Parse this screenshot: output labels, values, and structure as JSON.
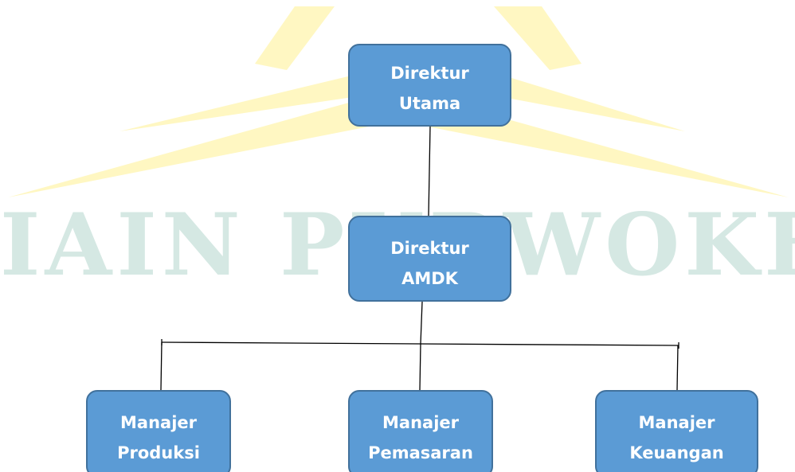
{
  "watermark": {
    "text": "IAIN PURWOKERTO",
    "text_color": "#d5e8e3",
    "logo_color": "#fff7c2"
  },
  "node_colors": {
    "fill": "#5b9bd5",
    "border": "#41719c",
    "text": "#ffffff",
    "connector": "#000000"
  },
  "nodes": {
    "direktur_utama": {
      "line1": "Direktur",
      "line2": "Utama"
    },
    "direktur_amdk": {
      "line1": "Direktur",
      "line2": "AMDK"
    },
    "manajer_produksi": {
      "line1": "Manajer",
      "line2": "Produksi"
    },
    "manajer_pemasaran": {
      "line1": "Manajer",
      "line2": "Pemasaran"
    },
    "manajer_keuangan": {
      "line1": "Manajer",
      "line2": "Keuangan"
    }
  }
}
